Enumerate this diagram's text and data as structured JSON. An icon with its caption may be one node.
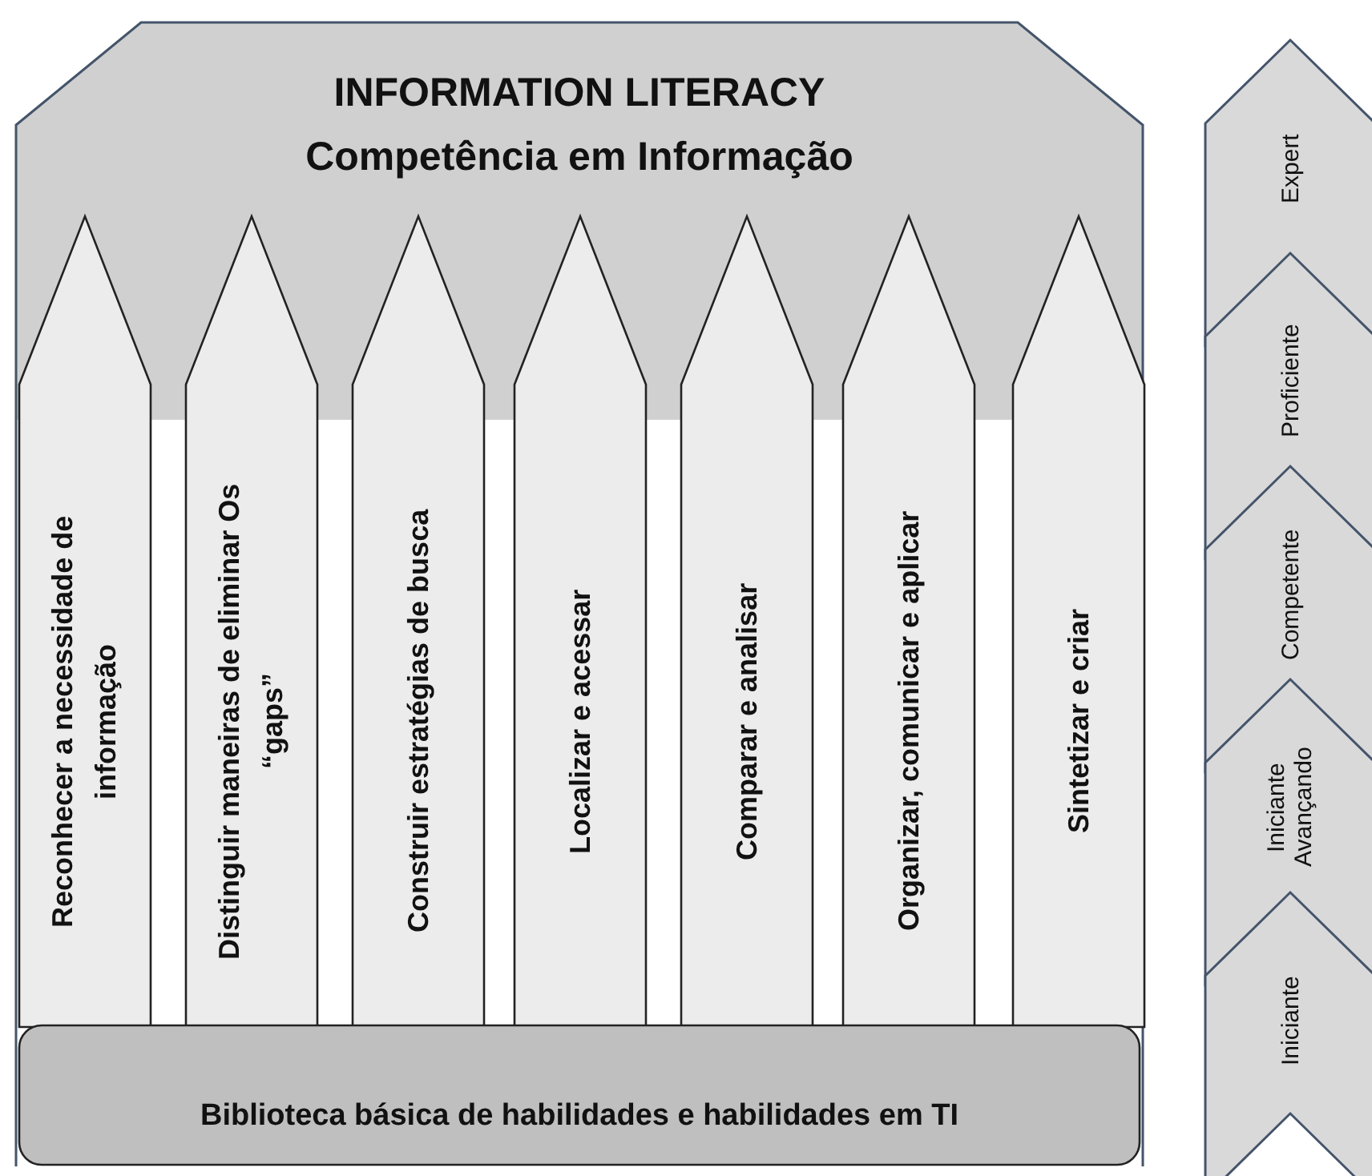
{
  "diagram": {
    "nodes": [
      {
        "text": [
          "INFORMATION LITERACY",
          "Competência em Informação"
        ]
      },
      {
        "text": [
          "Reconhecer a necessidade de informação"
        ],
        "in": 0
      },
      {
        "text": [
          "Distinguir maneiras de eliminar Os “gaps”"
        ],
        "in": 0
      },
      {
        "text": [
          "Construir estratégias de busca"
        ],
        "in": 0
      },
      {
        "text": [
          "Localizar e acessar"
        ],
        "in": 0
      },
      {
        "text": [
          "Comparar e analisar"
        ],
        "in": 0
      },
      {
        "text": [
          "Organizar, comunicar e aplicar"
        ],
        "in": 0
      },
      {
        "text": [
          "Sintetizar e criar"
        ],
        "in": 0
      },
      {
        "text": [
          "Biblioteca básica de habilidades e habilidades em TI"
        ],
        "in": 0
      },
      {
        "text": [
          "Expert"
        ]
      },
      {
        "text": [
          "Proficiente"
        ]
      },
      {
        "text": [
          "Competente"
        ]
      },
      {
        "text": [
          "Iniciante Avançando"
        ]
      },
      {
        "text": [
          "Iniciante"
        ]
      }
    ],
    "edges": []
  }
}
